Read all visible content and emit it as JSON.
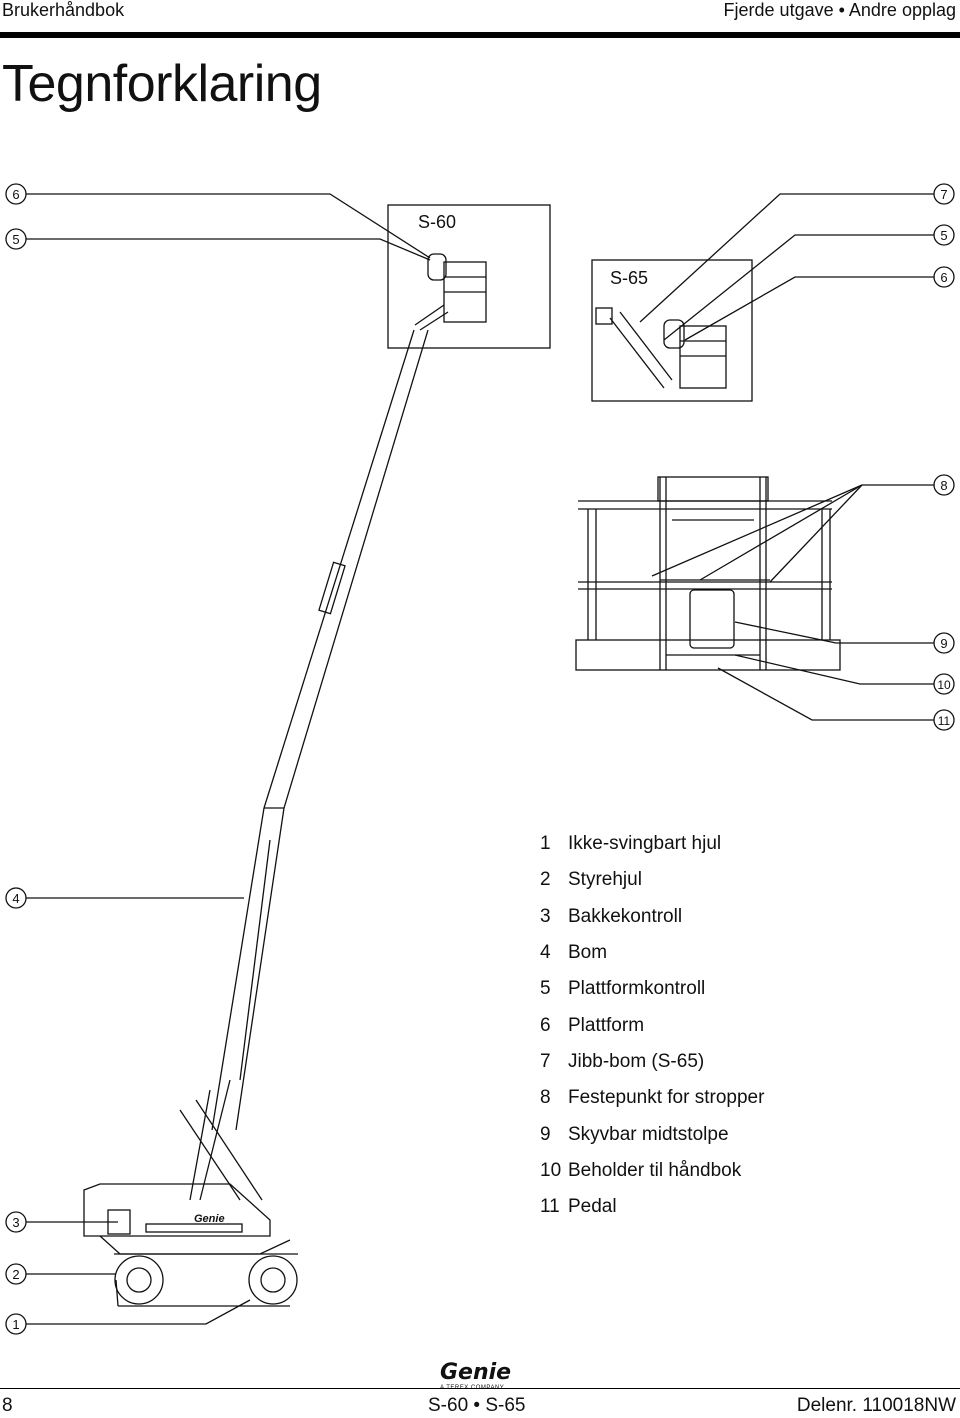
{
  "header": {
    "left": "Brukerhåndbok",
    "right": "Fjerde utgave • Andre opplag"
  },
  "page_title": "Tegnforklaring",
  "insets": {
    "s60_label": "S-60",
    "s65_label": "S-65"
  },
  "callouts": {
    "left_top_6": "6",
    "left_top_5": "5",
    "right_7": "7",
    "right_5": "5",
    "right_6": "6",
    "right_8": "8",
    "right_9": "9",
    "right_10": "10",
    "right_11": "11",
    "left_4": "4",
    "left_3": "3",
    "left_2": "2",
    "left_1": "1"
  },
  "legend": [
    {
      "num": "1",
      "text": "Ikke-svingbart hjul"
    },
    {
      "num": "2",
      "text": "Styrehjul"
    },
    {
      "num": "3",
      "text": "Bakkekontroll"
    },
    {
      "num": "4",
      "text": "Bom"
    },
    {
      "num": "5",
      "text": "Plattformkontroll"
    },
    {
      "num": "6",
      "text": "Plattform"
    },
    {
      "num": "7",
      "text": "Jibb-bom (S-65)"
    },
    {
      "num": "8",
      "text": "Festepunkt for stropper"
    },
    {
      "num": "9",
      "text": "Skyvbar midtstolpe"
    },
    {
      "num": "10",
      "text": "Beholder til håndbok"
    },
    {
      "num": "11",
      "text": "Pedal"
    }
  ],
  "machine_logo": "Genie",
  "footer": {
    "page_number": "8",
    "models": "S-60 • S-65",
    "part_number": "Delenr. 110018NW",
    "logo_text": "Genie",
    "logo_sub": "A TEREX COMPANY"
  }
}
